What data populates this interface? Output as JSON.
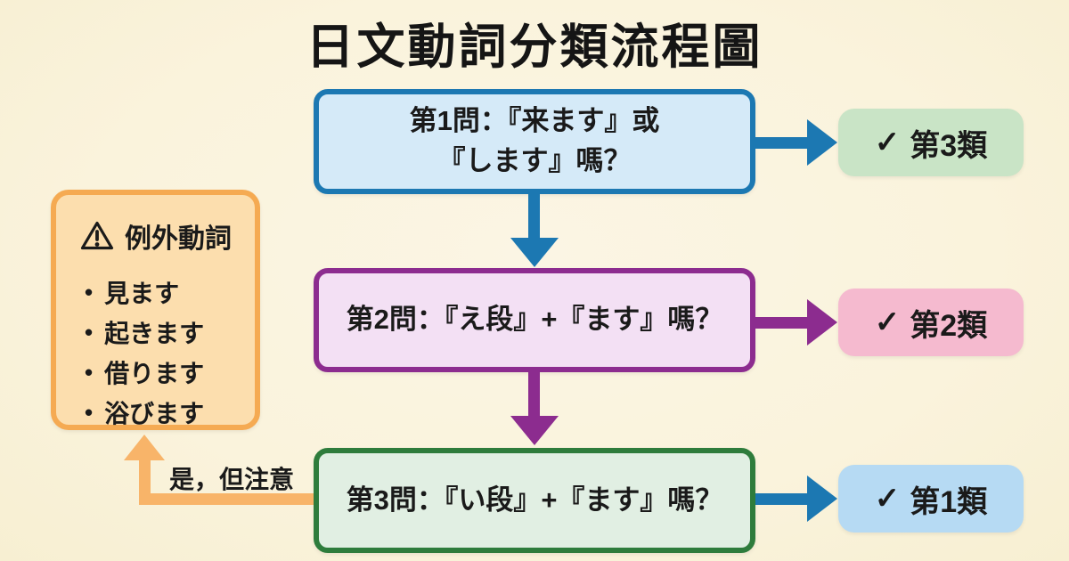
{
  "title": "日文動詞分類流程圖",
  "questions": [
    {
      "line1": "第1問：『来ます』或",
      "line2": "『します』嗎？"
    },
    {
      "line1": "第2問：『え段』+『ます』嗎？"
    },
    {
      "line1": "第3問：『い段』+『ます』嗎？"
    }
  ],
  "results": [
    {
      "check": "✓",
      "label": "第3類"
    },
    {
      "check": "✓",
      "label": "第2類"
    },
    {
      "check": "✓",
      "label": "第1類"
    }
  ],
  "exception": {
    "warning_icon": "⚠",
    "title": "例外動詞",
    "bullet": "•",
    "items": [
      "見ます",
      "起きます",
      "借ります",
      "浴びます"
    ]
  },
  "labels": {
    "yes_but_note": "是，但注意"
  },
  "colors": {
    "background": "#faf3dc",
    "blue_border": "#1c78b2",
    "blue_fill": "#d5eaf8",
    "purple_border": "#8c2c8f",
    "purple_fill": "#f3e0f4",
    "green_border": "#2e7c3c",
    "green_fill": "#e1efe3",
    "result_green": "#c9e4c6",
    "result_pink": "#f5bacf",
    "result_blue": "#b6daf3",
    "orange_border": "#f5aa52",
    "orange_fill": "#fcdeae",
    "orange_arrow": "#f8b469",
    "text": "#1a1a1a"
  }
}
